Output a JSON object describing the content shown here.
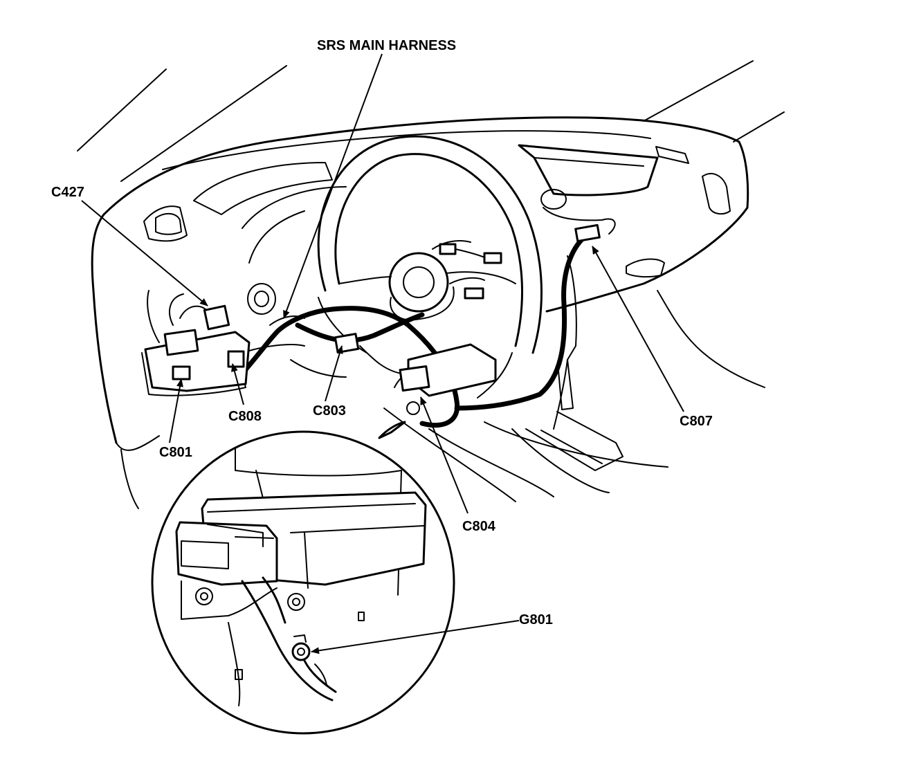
{
  "labels": {
    "harness": "SRS MAIN HARNESS",
    "c427": "C427",
    "c808": "C808",
    "c801": "C801",
    "c803": "C803",
    "c804": "C804",
    "c807": "C807",
    "g801": "G801"
  }
}
